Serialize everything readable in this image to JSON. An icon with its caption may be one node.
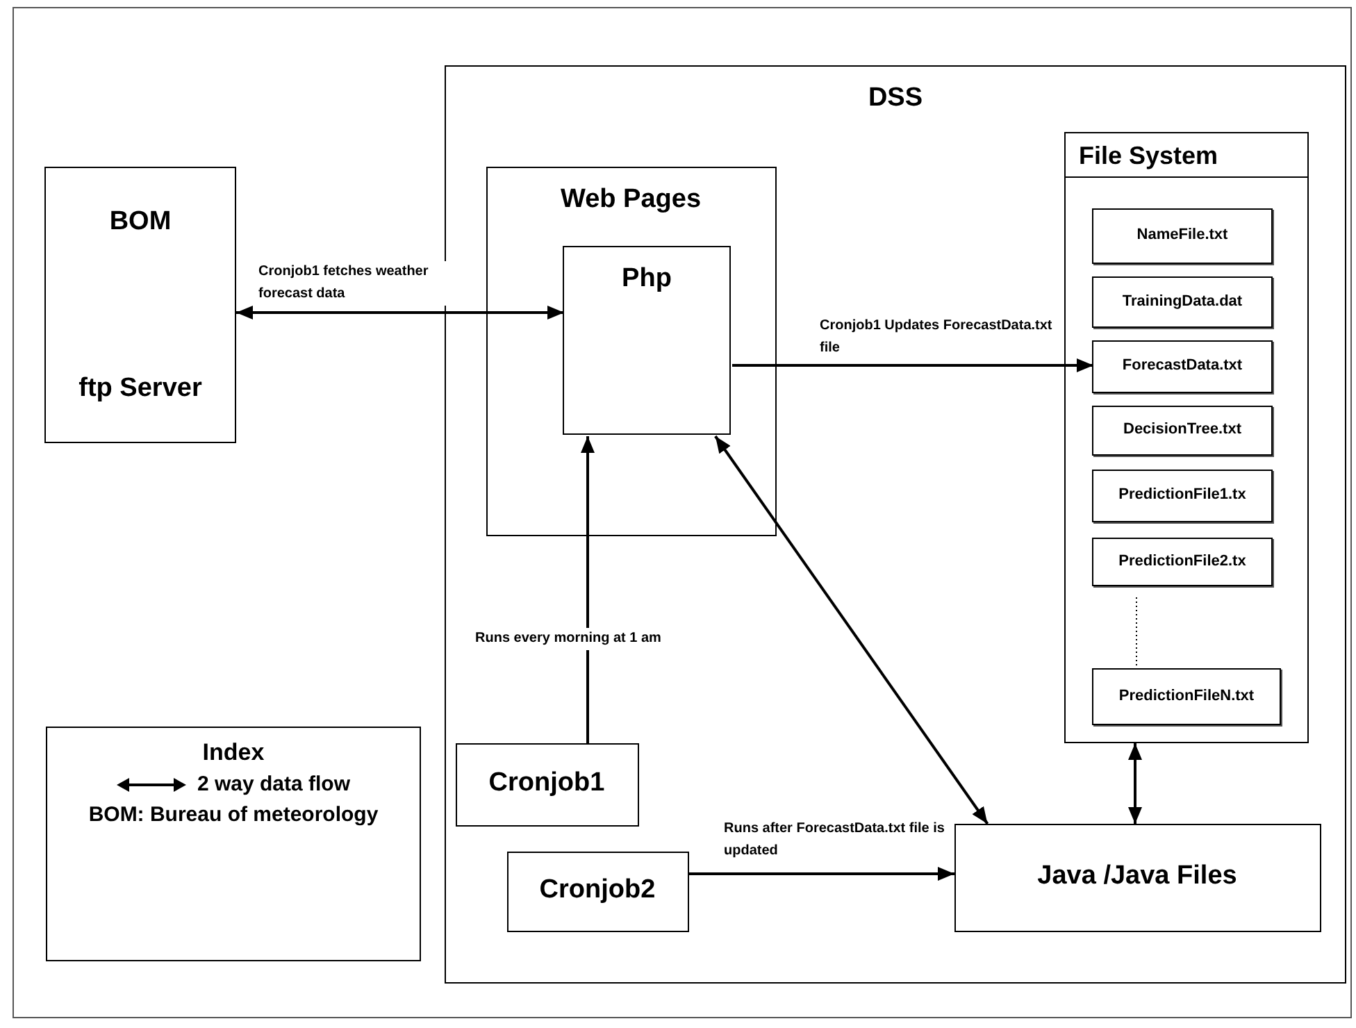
{
  "diagram": {
    "nodes": [
      {
        "text": [
          "BOM",
          "ftp Server"
        ]
      },
      {
        "text": [
          "DSS"
        ]
      },
      {
        "text": [
          "Web Pages"
        ],
        "in": 1
      },
      {
        "text": [
          "Php"
        ],
        "in": 2
      },
      {
        "text": [
          "File System"
        ],
        "in": 1
      },
      {
        "text": [
          "NameFile.txt"
        ],
        "in": 4
      },
      {
        "text": [
          "TrainingData.dat"
        ],
        "in": 4
      },
      {
        "text": [
          "ForecastData.txt"
        ],
        "in": 4
      },
      {
        "text": [
          "DecisionTree.txt"
        ],
        "in": 4
      },
      {
        "text": [
          "PredictionFile1.tx"
        ],
        "in": 4
      },
      {
        "text": [
          "PredictionFile2.tx"
        ],
        "in": 4
      },
      {
        "text": [
          "PredictionFileN.txt"
        ],
        "in": 4
      },
      {
        "text": [
          "Cronjob1"
        ],
        "in": 1
      },
      {
        "text": [
          "Cronjob2"
        ],
        "in": 1
      },
      {
        "text": [
          "Java /Java Files"
        ],
        "in": 1
      },
      {
        "text": [
          "Index",
          "BOM: Bureau of meteorology"
        ]
      }
    ],
    "edges": [
      {
        "from": 0,
        "to": 3,
        "arrow": "both",
        "label": "Cronjob1 fetches weather forecast data"
      },
      {
        "from": 3,
        "to": 7,
        "arrow": "to",
        "label": "Cronjob1 Updates ForecastData.txt file"
      },
      {
        "from": 12,
        "to": 3,
        "arrow": "to",
        "label": "Runs every morning at 1 am"
      },
      {
        "from": 3,
        "to": 14,
        "arrow": "both"
      },
      {
        "from": 4,
        "to": 14,
        "arrow": "both"
      },
      {
        "from": 13,
        "to": 14,
        "arrow": "to",
        "label": "Runs after ForecastData.txt file is updated"
      }
    ],
    "legend": [
      {
        "text": "2 way data flow"
      }
    ]
  }
}
